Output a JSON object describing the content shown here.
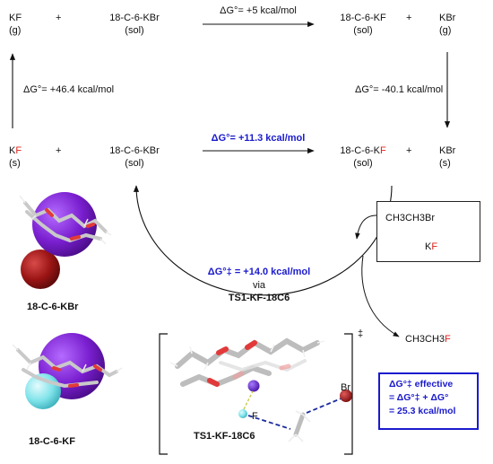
{
  "top_row": {
    "kf": "KF",
    "kf_phase": "(g)",
    "plus1": "+",
    "crown_kbr": "18-C-6-KBr",
    "crown_kbr_phase": "(sol)",
    "arrow_label": "ΔG°= +5 kcal/mol",
    "crown_kf": "18-C-6-KF",
    "crown_kf_phase": "(sol)",
    "plus2": "+",
    "kbr": "KBr",
    "kbr_phase": "(g)"
  },
  "left_step": {
    "label": "ΔG°= +46.4 kcal/mol"
  },
  "right_step": {
    "label": "ΔG°= -40.1 kcal/mol"
  },
  "bottom_row": {
    "k": "K",
    "f": "F",
    "kf_phase": "(s)",
    "plus1": "+",
    "crown_kbr": "18-C-6-KBr",
    "crown_kbr_phase": "(sol)",
    "arrow_label": "ΔG°= +11.3 kcal/mol",
    "crown_k_prefix": "18-C-6-K",
    "crown_f": "F",
    "crown_kf_phase": "(sol)",
    "plus2": "+",
    "kbr": "KBr",
    "kbr_phase": "(s)"
  },
  "cycle": {
    "barrier": "ΔG°‡ = +14.0 kcal/mol",
    "via": "via",
    "ts_name": "TS1-KF-18C6"
  },
  "reagent_box": {
    "substrate": "CH3CH3Br",
    "kf_k": "K",
    "kf_f": "F"
  },
  "product": {
    "prefix": "CH3CH3",
    "f": "F"
  },
  "structures": {
    "kbr_label": "18-C-6-KBr",
    "kf_label": "18-C-6-KF",
    "ts_label": "TS1-KF-18C6",
    "br_atom": "Br",
    "f_atom": "F",
    "double_dagger": "‡"
  },
  "effective_box": {
    "line1": "ΔG°‡ effective",
    "line2": "= ΔG°‡ + ΔG°",
    "line3": "= 25.3 kcal/mol"
  },
  "colors": {
    "highlight_blue": "#1a1acc",
    "fluorine_red": "#e0201a",
    "potassium_purple": "#8a2be2",
    "bromine_darkred": "#a01818",
    "fluorine_cyan": "#7fe3ea"
  }
}
